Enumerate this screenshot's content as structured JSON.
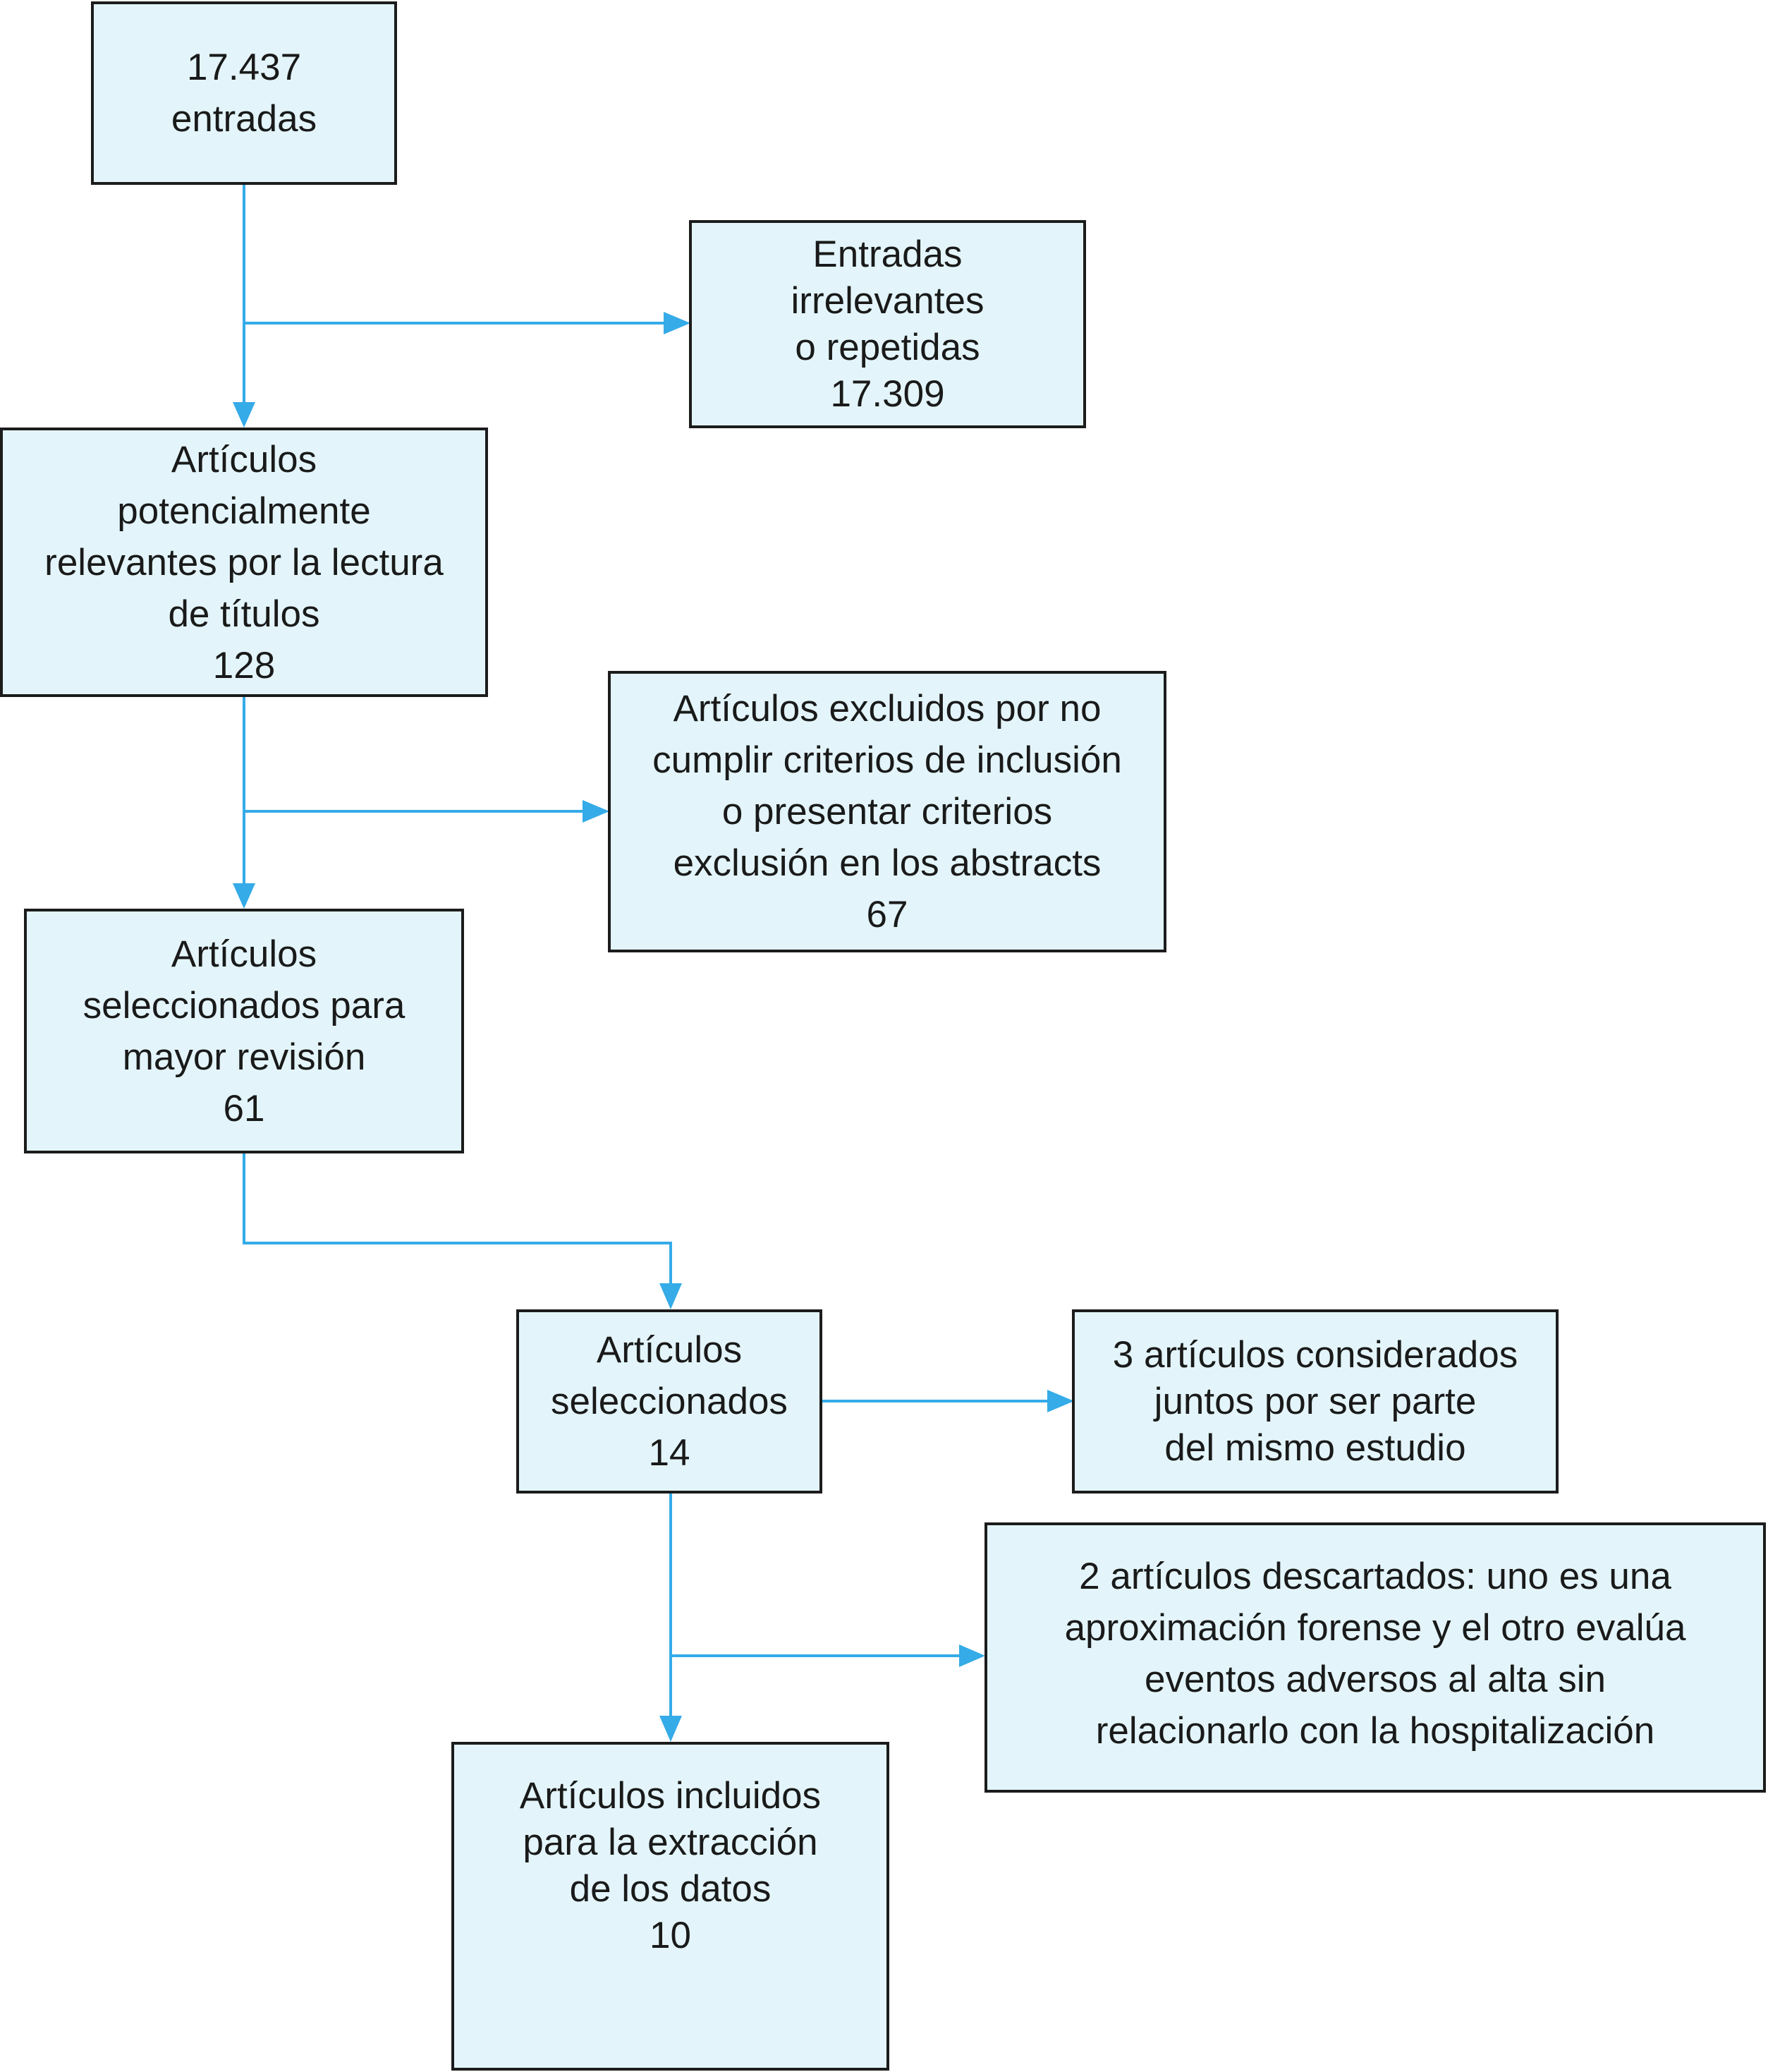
{
  "colors": {
    "box_fill": "#e3f5fa",
    "box_border": "#1c1c1c",
    "connector": "#35abe8",
    "text": "#1a1a1a"
  },
  "boxes": {
    "entries": {
      "lines": [
        "17.437",
        "entradas"
      ]
    },
    "irrelevant": {
      "lines": [
        "Entradas",
        "irrelevantes",
        "o repetidas",
        "17.309"
      ]
    },
    "potential": {
      "lines": [
        "Artículos",
        "potencialmente",
        "relevantes por la lectura",
        "de títulos",
        "128"
      ]
    },
    "excluded": {
      "lines": [
        "Artículos excluidos por no",
        "cumplir criterios de inclusión",
        "o presentar criterios",
        "exclusión en los abstracts",
        "67"
      ]
    },
    "review": {
      "lines": [
        "Artículos",
        "seleccionados para",
        "mayor revisión",
        "61"
      ]
    },
    "selected": {
      "lines": [
        "Artículos",
        "seleccionados",
        "14"
      ]
    },
    "together": {
      "lines": [
        "3 artículos considerados",
        "juntos por ser parte",
        "del mismo estudio"
      ]
    },
    "discarded": {
      "lines": [
        "2 artículos descartados: uno es una",
        "aproximación forense y el otro evalúa",
        "eventos adversos al alta sin",
        "relacionarlo con la hospitalización"
      ]
    },
    "included": {
      "lines": [
        "Artículos incluidos",
        "para la extracción",
        "de los datos",
        "10"
      ]
    }
  }
}
